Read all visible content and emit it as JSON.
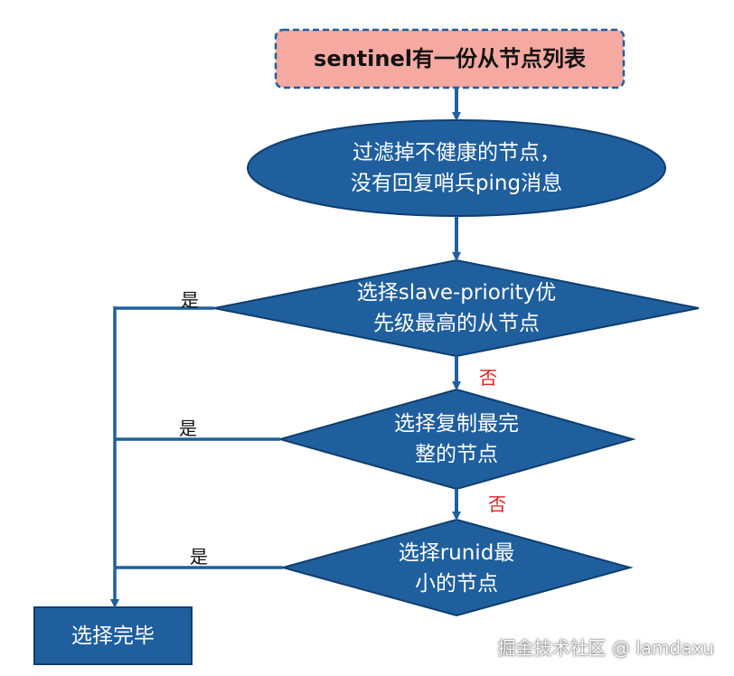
{
  "diagram": {
    "start": {
      "text": "sentinel有一份从节点列表"
    },
    "filter": {
      "line1": "过滤掉不健康的节点，",
      "line2": "没有回复哨兵ping消息"
    },
    "decision1": {
      "line1": "选择slave-priority优",
      "line2": "先级最高的从节点"
    },
    "decision2": {
      "line1": "选择复制最完",
      "line2": "整的节点"
    },
    "decision3": {
      "line1": "选择runid最",
      "line2": "小的节点"
    },
    "end": {
      "text": "选择完毕"
    },
    "labels": {
      "yes1": "是",
      "yes2": "是",
      "yes3": "是",
      "no1": "否",
      "no2": "否"
    }
  },
  "watermark": {
    "text": "掘金技术社区 @ lamdaxu"
  },
  "colors": {
    "node_fill": "#1f5f9e",
    "node_stroke": "#0f3e6e",
    "start_fill": "#f5a9a1",
    "start_stroke": "#1f5f9e",
    "line": "#1f5f9e",
    "no_label": "#e02020"
  }
}
